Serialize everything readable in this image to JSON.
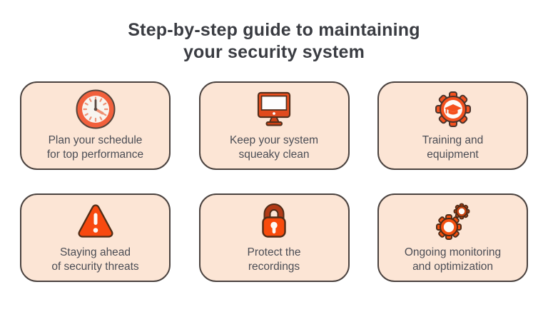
{
  "title": "Step-by-step guide to maintaining\nyour security system",
  "colors": {
    "accent_orange": "#f4511e",
    "bright_orange_red": "#f8490f",
    "deep_rust": "#c8430f",
    "dark_brick_red": "#b23a16",
    "card_background": "#fce5d5",
    "card_border": "#4a423f",
    "title_text": "#3a3c42",
    "label_text": "#4b4d55"
  },
  "cards": [
    {
      "icon": "clock-icon",
      "label": "Plan your schedule\nfor top performance"
    },
    {
      "icon": "monitor-icon",
      "label": "Keep your system\nsqueaky clean"
    },
    {
      "icon": "gear-graduation-cap-icon",
      "label": "Training and\nequipment"
    },
    {
      "icon": "warning-triangle-icon",
      "label": "Staying ahead\nof security threats"
    },
    {
      "icon": "lock-icon",
      "label": "Protect the\nrecordings"
    },
    {
      "icon": "gears-icon",
      "label": "Ongoing monitoring\nand optimization"
    }
  ]
}
